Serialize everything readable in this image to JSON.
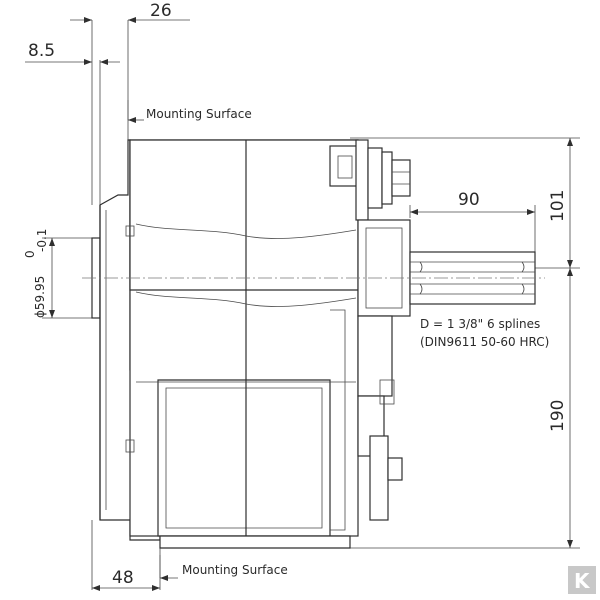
{
  "dimensions": {
    "d26": "26",
    "d8_5": "8.5",
    "d90": "90",
    "d101": "101",
    "d190": "190",
    "d48": "48",
    "diameter": "ϕ59.95",
    "tol_upper": "0",
    "tol_lower": "-0.1"
  },
  "labels": {
    "mounting_top": "Mounting Surface",
    "mounting_bottom": "Mounting Surface",
    "spline_spec": "D = 1 3/8\" 6 splines",
    "spline_standard": "(DIN9611 50-60 HRC)"
  },
  "logo": "K"
}
